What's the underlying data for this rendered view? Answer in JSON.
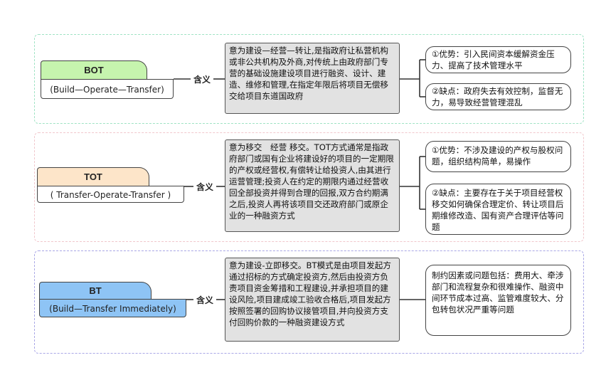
{
  "relation_label": "含义",
  "models": [
    {
      "title": "BOT",
      "subtitle": "(Build—Operate—Transfer)",
      "meaning": "意为建设—经营—转让,是指政府让私营机构或非公共机构及外商,对传统上由政府部门专营的基础设施建设项目进行融资、设计、建造、维修和管理,在指定年限后将项目无偿移交给项目东道国政府",
      "points": [
        "①优势：引入民间资本缓解资金压力、提高了技术管理水平",
        "②缺点：政府失去有效控制，监督无力，易导致经营管理混乱"
      ],
      "color": "#c6f4ae"
    },
    {
      "title": "TOT",
      "subtitle": "( Transfer-Operate-Transfer )",
      "meaning": "意为移交　经营 移交。TOT方式通常是指政府部门或国有企业将建设好的项目的一定期限的产权或经营权,有偿转让给投资人,由其进行运营管理;投资人在约定的期限内通过经营收回全部投资并得到合理的回报,双方合约期满之后,投资人再将该项目交还政府部门或原企业的一种融资方式",
      "points": [
        "①优势：不涉及建设的产权与股权问题，组织结构简单，易操作",
        "②缺点：主要存在于关于项目经营权移交如何确保合理定价、转让项目后期维修改造、国有资产合理评估等问题"
      ],
      "color": "#fde5c9"
    },
    {
      "title": "BT",
      "subtitle": "(Build—Transfer Immediately)",
      "meaning": "意为建设-立即移交。BT模式是由项目发起方通过招标的方式确定投资方,然后由投资方负责项目资金筹措和工程建设,并承担项目的建设风险,项目建成竣工验收合格后,项目发起方按照签署的回购协议接管项目,并向投资方支付回购价款的一种融资建设方式",
      "points": [
        "制约因素或问题包括：费用大、牵涉部门和流程复杂和很难操作、融资中间环节成本过高、监管难度较大、分包转包状况严重等问题"
      ],
      "color": "#8ec4f5"
    }
  ]
}
